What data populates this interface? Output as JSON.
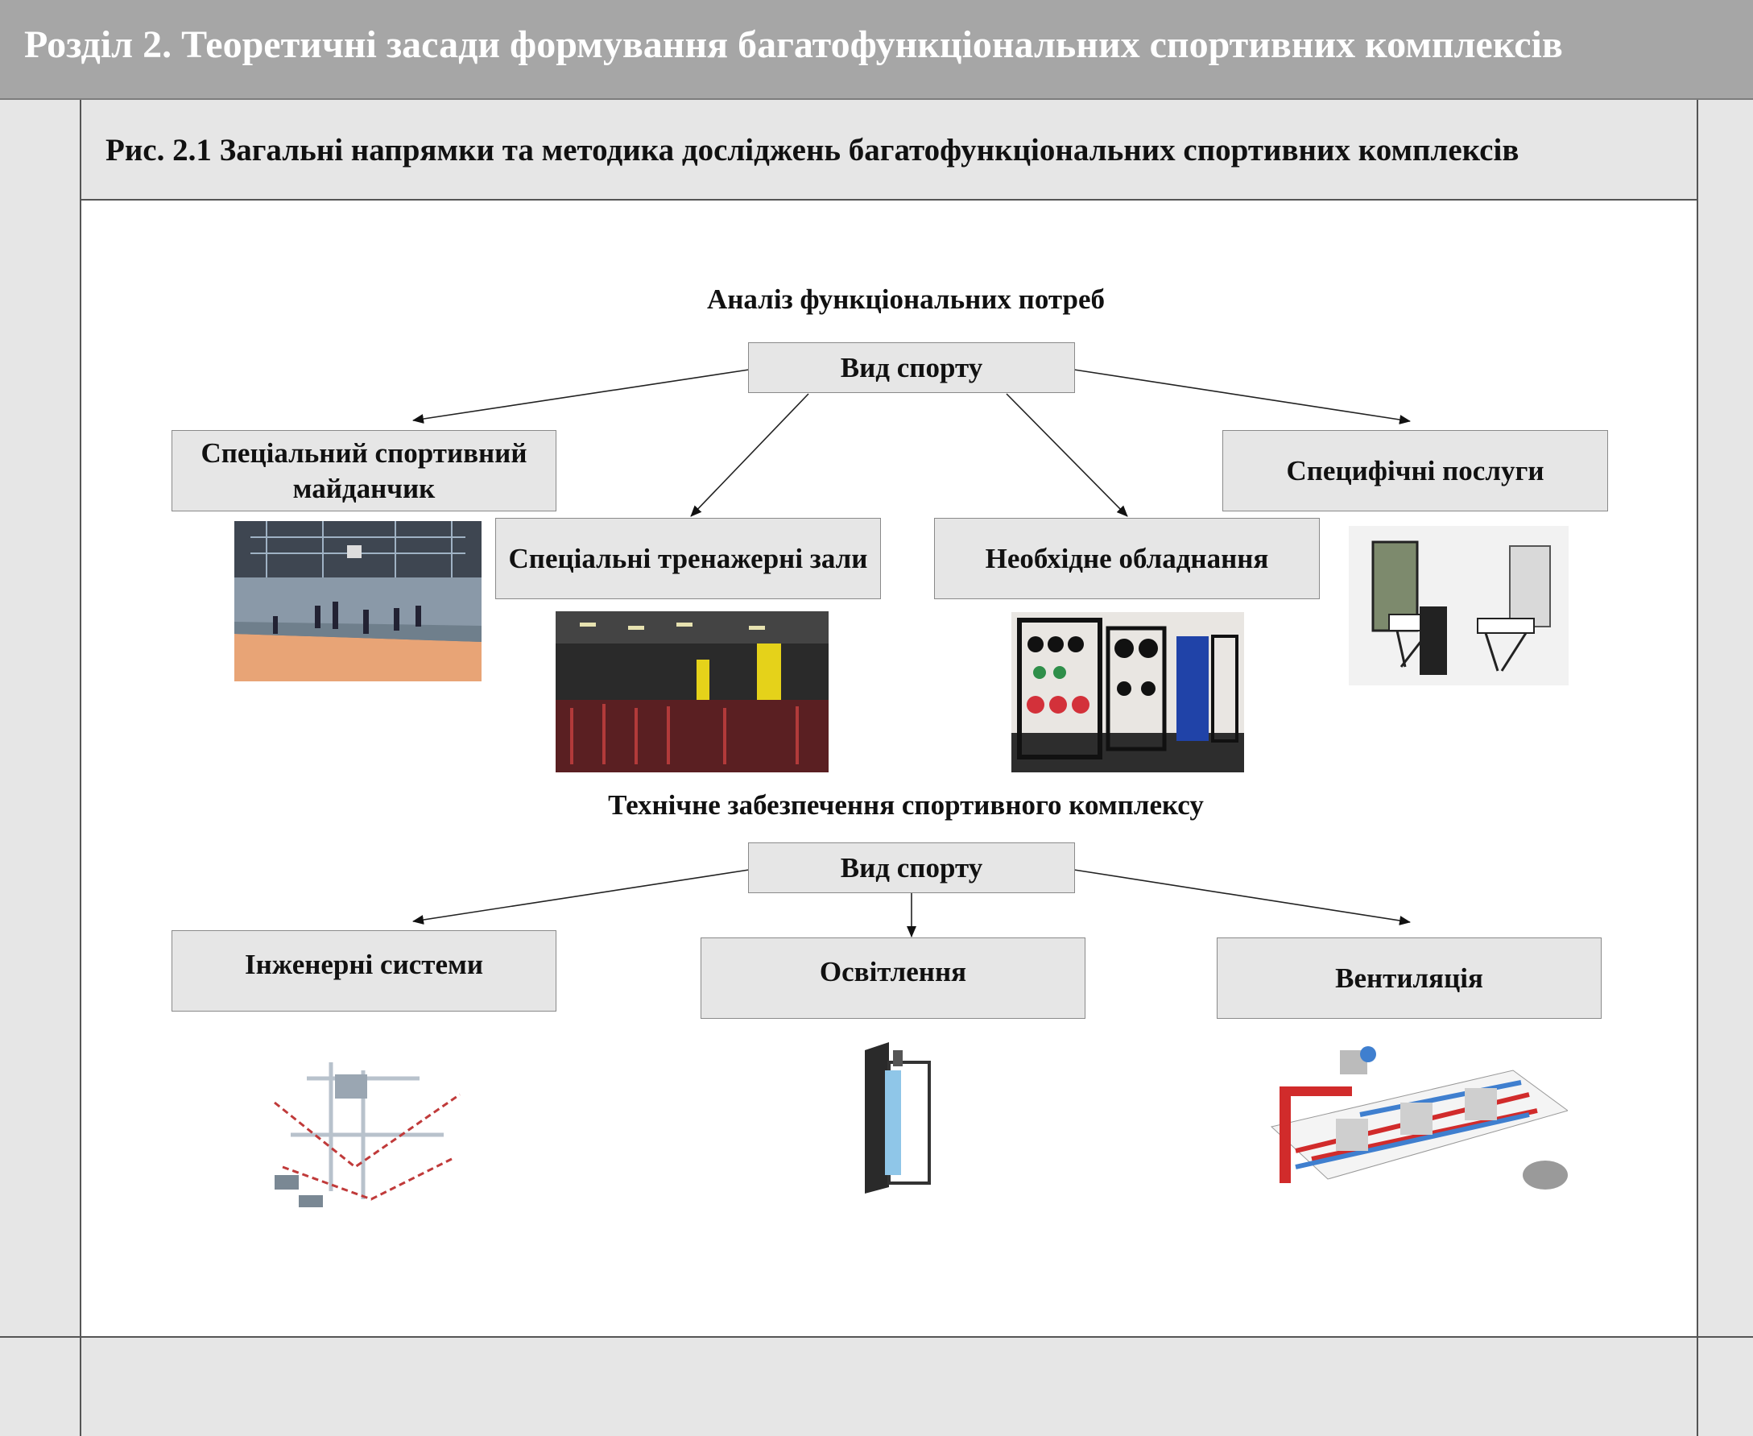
{
  "header": {
    "title": "Розділ 2. Теоретичні засади формування багатофункціональних спортивних комплексів"
  },
  "caption": {
    "text": "Рис. 2.1 Загальні напрямки та методика досліджень багатофункціональних спортивних комплексів"
  },
  "section1": {
    "title": "Аналіз функціональних потреб",
    "root": "Вид спорту",
    "nodes": [
      "Спеціальний спортивний майданчик",
      "Спеціальні тренажерні зали",
      "Необхідне обладнання",
      "Специфічні послуги"
    ]
  },
  "section2": {
    "title": "Технічне забезпечення спортивного комплексу",
    "root": "Вид спорту",
    "nodes": [
      "Інженерні системи",
      "Освітлення",
      "Вентиляція"
    ]
  }
}
